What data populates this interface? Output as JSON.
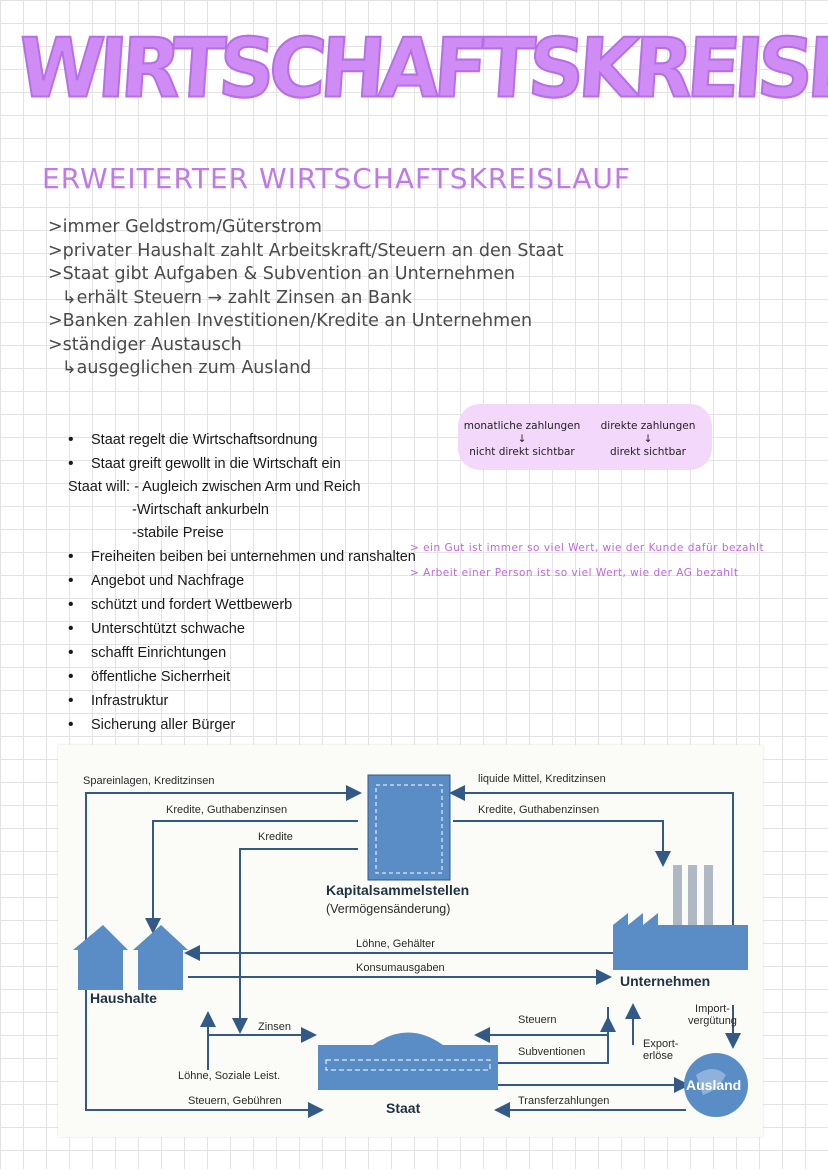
{
  "title": "WIRTSCHAFTSKREISLAUF",
  "subtitle": "ERWEITERTER  WIRTSCHAFTSKREISLAUF",
  "notes": [
    ">immer Geldstrom/Güterstrom",
    ">privater Haushalt zahlt Arbeitskraft/Steuern an den Staat",
    ">Staat gibt Aufgaben & Subvention an Unternehmen",
    "↳erhält Steuern → zahlt Zinsen an Bank",
    ">Banken zahlen Investitionen/Kredite an Unternehmen",
    ">ständiger Austausch",
    "↳ausgeglichen zum Ausland"
  ],
  "highlight": {
    "left_top": "monatliche zahlungen",
    "left_arrow": "↓",
    "left_bottom": "nicht direkt sichtbar",
    "right_top": "direkte zahlungen",
    "right_arrow": "↓",
    "right_bottom": "direkt sichtbar"
  },
  "list": {
    "b1": "Staat regelt die Wirtschaftsordnung",
    "b2": "Staat greift gewollt in die Wirtschaft ein",
    "staat_will": "Staat will: - Augleich zwischen Arm und Reich",
    "sub1": "-Wirtschaft ankurbeln",
    "sub2": "-stabile Preise",
    "b3": "Freiheiten beiben bei unternehmen und ranshalten",
    "b4": "Angebot und Nachfrage",
    "b5": "schützt und fordert Wettbewerb",
    "b6": "Unterschtützt schwache",
    "b7": "schafft Einrichtungen",
    "b8": "öffentliche Sicherrheit",
    "b9": "Infrastruktur",
    "b10": "Sicherung aller Bürger"
  },
  "side_notes": [
    "> ein Gut ist immer so viel Wert, wie der Kunde dafür bezahlt",
    "> Arbeit einer Person ist so viel Wert, wie der AG bezahlt"
  ],
  "diagram": {
    "spareinlagen": "Spareinlagen, Kreditzinsen",
    "kredite_guthaben_l": "Kredite, Guthabenzinsen",
    "kredite": "Kredite",
    "liquide": "liquide Mittel, Kreditzinsen",
    "kredite_guthaben_r": "Kredite, Guthabenzinsen",
    "kapital": "Kapitalsammelstellen",
    "vermoegen": "(Vermögensänderung)",
    "loehne": "Löhne, Gehälter",
    "konsum": "Konsumausgaben",
    "haushalte": "Haushalte",
    "unternehmen": "Unternehmen",
    "zinsen": "Zinsen",
    "steuern": "Steuern",
    "subventionen": "Subventionen",
    "export": "Export-\nerlöse",
    "import": "Import-\nvergütung",
    "ausland": "Ausland",
    "loehne_soz": "Löhne, Soziale Leist.",
    "steuern_geb": "Steuern, Gebühren",
    "staat": "Staat",
    "transfer": "Transferzahlungen"
  },
  "colors": {
    "title": "#cf8cf5",
    "accent": "#c066dc",
    "diagram_blue": "#4a7fb8",
    "arrow": "#335a87"
  }
}
